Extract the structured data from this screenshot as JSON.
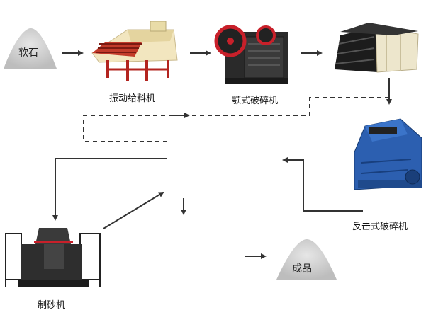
{
  "diagram": {
    "nodes": {
      "raw_material": {
        "label": "软石",
        "icon": "stone-pile-icon"
      },
      "vibrating_feeder": {
        "label": "振动给料机",
        "icon": "vibrating-feeder-icon"
      },
      "jaw_crusher": {
        "label": "颚式破碎机",
        "icon": "jaw-crusher-icon"
      },
      "vibrating_screen": {
        "label": "",
        "icon": "vibrating-screen-icon"
      },
      "impact_crusher": {
        "label": "反击式破碎机",
        "icon": "impact-crusher-icon"
      },
      "sand_maker": {
        "label": "制砂机",
        "icon": "sand-maker-icon"
      },
      "product": {
        "label": "成品",
        "icon": "product-pile-icon"
      }
    },
    "colors": {
      "pile": "#d8d8d8",
      "arrow": "#333333",
      "feeder_body": "#f2e6bf",
      "feeder_frame": "#b3241f",
      "jaw_body": "#2a2a2a",
      "jaw_wheel": "#c8202a",
      "screen_body": "#ede6cc",
      "screen_dark": "#1c1c1c",
      "impact_blue": "#2c5fb0",
      "sand_body": "#2e2e2e"
    }
  }
}
